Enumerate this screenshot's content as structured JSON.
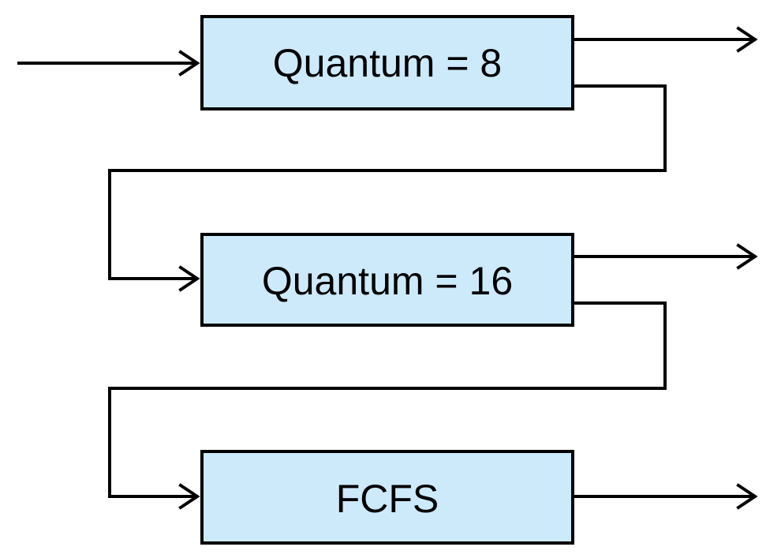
{
  "colors": {
    "box_fill": "#cdeafb",
    "stroke": "#000000",
    "background": "#ffffff"
  },
  "queues": [
    {
      "label": "Quantum = 8"
    },
    {
      "label": "Quantum = 16"
    },
    {
      "label": "FCFS"
    }
  ]
}
